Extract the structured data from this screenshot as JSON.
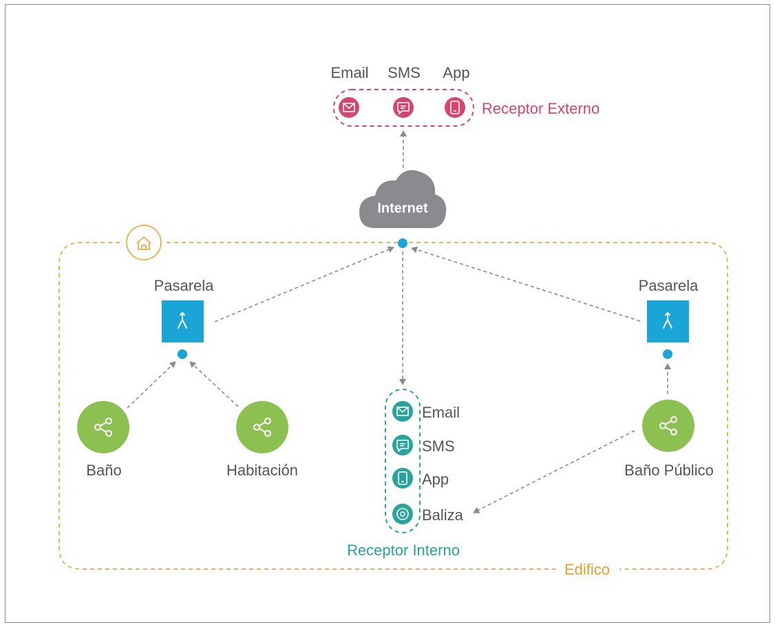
{
  "external_receiver": {
    "title": "Receptor Externo",
    "channels": [
      {
        "label": "Email",
        "icon": "email-icon"
      },
      {
        "label": "SMS",
        "icon": "sms-icon"
      },
      {
        "label": "App",
        "icon": "app-icon"
      }
    ],
    "color": "#d6456e"
  },
  "internet": {
    "label": "Internet",
    "color": "#8a8a8f"
  },
  "building": {
    "label": "Edifico",
    "icon": "home-icon",
    "color": "#e8b45a"
  },
  "gateways": [
    {
      "label": "Pasarela",
      "icon": "gateway-icon"
    },
    {
      "label": "Pasarela",
      "icon": "gateway-icon"
    }
  ],
  "sensors": [
    {
      "label": "Baño",
      "icon": "share-icon"
    },
    {
      "label": "Habitación",
      "icon": "share-icon"
    },
    {
      "label": "Baño Público",
      "icon": "share-icon"
    }
  ],
  "internal_receiver": {
    "title": "Receptor Interno",
    "channels": [
      {
        "label": "Email",
        "icon": "email-icon"
      },
      {
        "label": "SMS",
        "icon": "sms-icon"
      },
      {
        "label": "App",
        "icon": "app-icon"
      },
      {
        "label": "Baliza",
        "icon": "beacon-icon"
      }
    ],
    "color": "#2aa39a"
  },
  "colors": {
    "gateway": "#1aa5d6",
    "sensor": "#8cc152",
    "arrow": "#8a8a8a"
  }
}
